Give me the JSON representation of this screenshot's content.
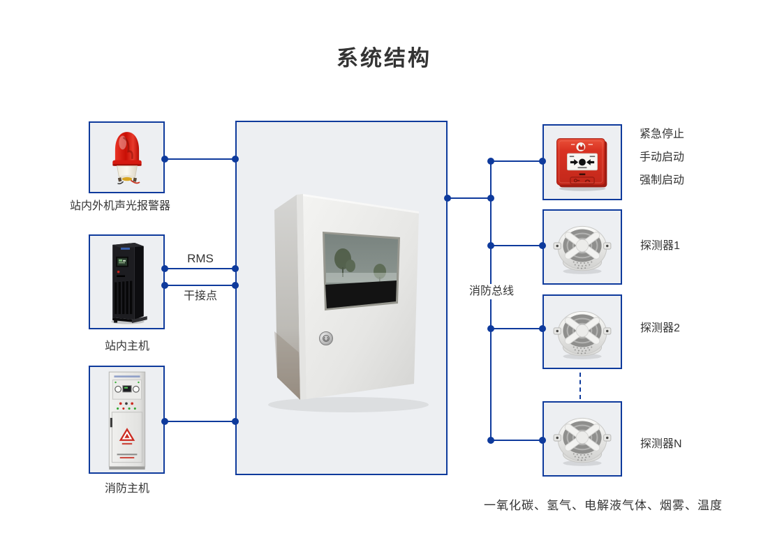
{
  "title": "系统结构",
  "left_column": {
    "items": [
      {
        "name": "alarm-beacon",
        "label": "站内外机声光报警器"
      },
      {
        "name": "station-host",
        "label": "站内主机"
      },
      {
        "name": "fire-host",
        "label": "消防主机"
      }
    ]
  },
  "links": {
    "rms": "RMS",
    "dry_contact": "干接点",
    "fire_bus": "消防总线"
  },
  "right_column": {
    "call_point_labels": [
      "紧急停止",
      "手动启动",
      "强制启动"
    ],
    "detector_labels": [
      "探测器1",
      "探测器2",
      "探测器N"
    ]
  },
  "footnote": "一氧化碳、氢气、电解液气体、烟雾、温度",
  "colors": {
    "line_blue": "#0e3a9c",
    "box_background": "#edeff2",
    "text": "#333333",
    "alarm_red": "#d8281e"
  },
  "icons": [
    "alarm-beacon-icon",
    "station-host-icon",
    "fire-host-icon",
    "control-cabinet-icon",
    "manual-call-point-icon",
    "smoke-detector-icon"
  ]
}
